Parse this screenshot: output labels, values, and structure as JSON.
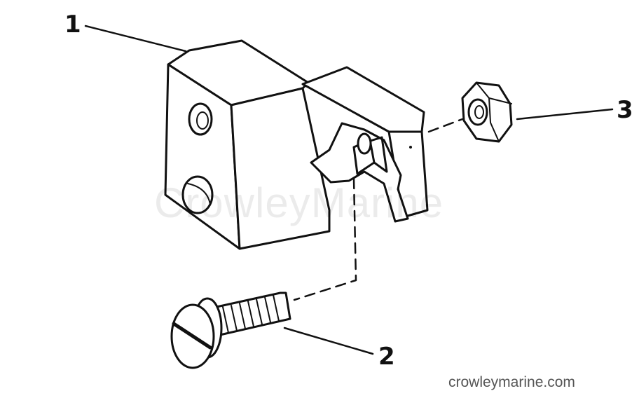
{
  "callouts": {
    "part1": "1",
    "part2": "2",
    "part3": "3"
  },
  "watermark": "CrowleyMarine",
  "site_url": "crowleymarine.com"
}
